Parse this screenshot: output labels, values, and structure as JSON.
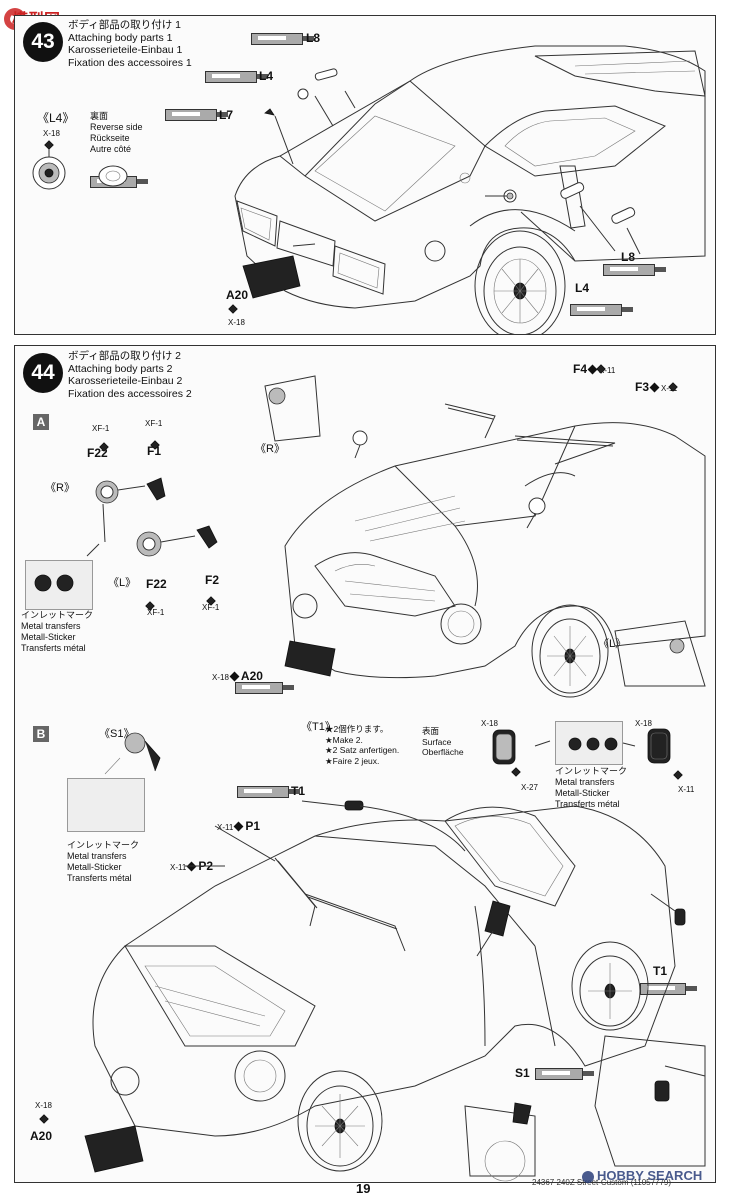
{
  "watermark_top": {
    "text": "模型网"
  },
  "step43": {
    "number": "43",
    "title_jp": "ボディ部品の取り付け 1",
    "title_en": "Attaching body parts 1",
    "title_de": "Karosserieteile-Einbau 1",
    "title_fr": "Fixation des accessoires 1",
    "l4_paren": "《L4》",
    "x18": "X-18",
    "reverse_jp": "裏面",
    "reverse_en": "Reverse side",
    "reverse_de": "Rückseite",
    "reverse_fr": "Autre côté",
    "labels": {
      "l8_top": "L8",
      "l4_top": "L4",
      "l7": "L7",
      "a20": "A20",
      "a20_x": "X-18",
      "l8_bot": "L8",
      "l4_bot": "L4"
    }
  },
  "step44": {
    "number": "44",
    "title_jp": "ボディ部品の取り付け 2",
    "title_en": "Attaching body parts 2",
    "title_de": "Karosserieteile-Einbau 2",
    "title_fr": "Fixation des accessoires 2",
    "sub_a": "A",
    "sub_b": "B",
    "a": {
      "xf1_a": "XF-1",
      "f22_top": "F22",
      "xf1_b": "XF-1",
      "f1": "F1",
      "r_paren": "《R》",
      "l_paren": "《L》",
      "f22_bot": "F22",
      "xf1_c": "XF-1",
      "f2": "F2",
      "xf1_d": "XF-1",
      "transfers_jp": "インレットマーク",
      "transfers_en": "Metal transfers",
      "transfers_de": "Metall-Sticker",
      "transfers_fr": "Transferts métal",
      "car_r": "《R》",
      "car_l": "《L》",
      "f4": "F4",
      "f4_x": "X-11",
      "f3": "F3",
      "f3_x": "X-11",
      "a20_x": "X-18",
      "a20": "A20"
    },
    "b": {
      "s1_paren": "《S1》",
      "transfers_jp": "インレットマーク",
      "transfers_en": "Metal transfers",
      "transfers_de": "Metall-Sticker",
      "transfers_fr": "Transferts métal",
      "t1_paren": "《T1》",
      "make2_jp": "★2個作ります。",
      "make2_en": "★Make 2.",
      "make2_de": "★2 Satz anfertigen.",
      "make2_fr": "★Faire 2 jeux.",
      "surface_jp": "表面",
      "surface_en": "Surface",
      "surface_de": "Oberfläche",
      "x18_a": "X-18",
      "x27": "X-27",
      "x18_b": "X-18",
      "x11_a": "X-11",
      "transfers2_jp": "インレットマーク",
      "transfers2_en": "Metal transfers",
      "transfers2_de": "Metall-Sticker",
      "transfers2_fr": "Transferts métal",
      "t1_mid": "T1",
      "p1_x": "X-11",
      "p1": "P1",
      "p2_x": "X-11",
      "p2": "P2",
      "t1_right": "T1",
      "s1": "S1",
      "a20_x": "X-18",
      "a20": "A20"
    }
  },
  "footer": {
    "page_number": "19",
    "product_code": "24367  240Z Street-Custom (11057779)",
    "watermark": "HOBBY SEARCH"
  }
}
